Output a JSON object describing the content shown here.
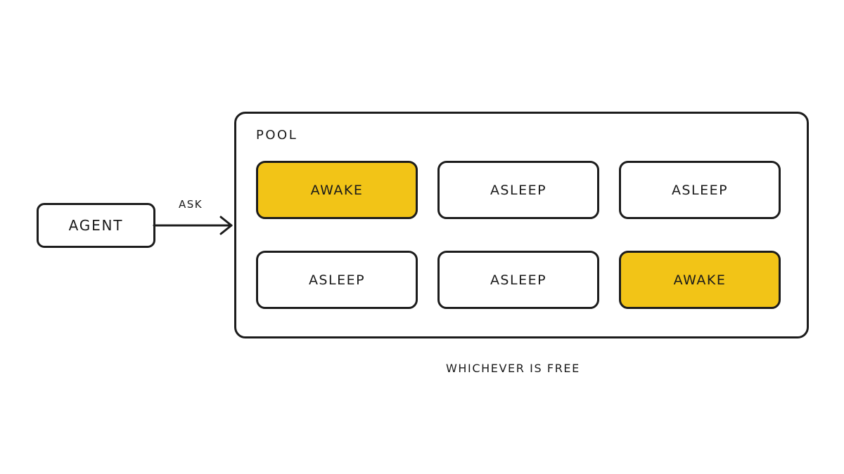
{
  "agent": {
    "label": "AGENT"
  },
  "arrow": {
    "label": "ASK"
  },
  "pool": {
    "label": "POOL",
    "workers": [
      {
        "state": "AWAKE",
        "highlighted": true
      },
      {
        "state": "ASLEEP",
        "highlighted": false
      },
      {
        "state": "ASLEEP",
        "highlighted": false
      },
      {
        "state": "ASLEEP",
        "highlighted": false
      },
      {
        "state": "ASLEEP",
        "highlighted": false
      },
      {
        "state": "AWAKE",
        "highlighted": true
      }
    ]
  },
  "caption": "WHICHEVER IS FREE",
  "colors": {
    "awake_fill": "#f2c417",
    "outline": "#1c1c1c",
    "background": "#ffffff"
  }
}
